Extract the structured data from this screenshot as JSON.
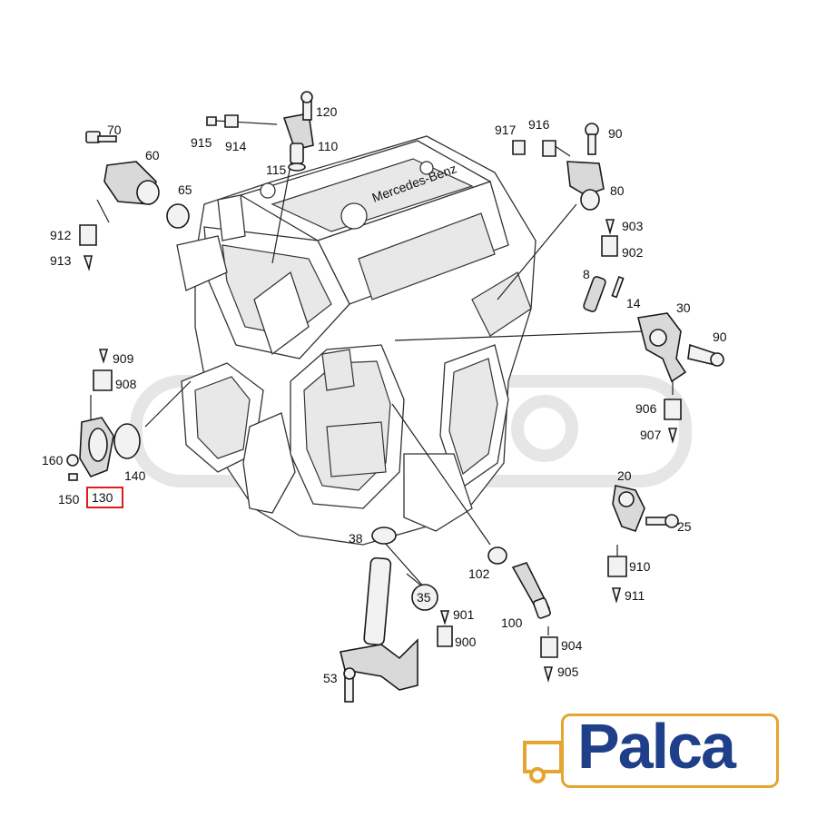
{
  "diagram": {
    "engine_badge": "Mercedes-Benz",
    "callouts": [
      {
        "id": "c120",
        "label": "120"
      },
      {
        "id": "c110",
        "label": "110"
      },
      {
        "id": "c115",
        "label": "115"
      },
      {
        "id": "c915",
        "label": "915"
      },
      {
        "id": "c914",
        "label": "914"
      },
      {
        "id": "c70",
        "label": "70"
      },
      {
        "id": "c60",
        "label": "60"
      },
      {
        "id": "c65",
        "label": "65"
      },
      {
        "id": "c912",
        "label": "912"
      },
      {
        "id": "c913",
        "label": "913"
      },
      {
        "id": "c917",
        "label": "917"
      },
      {
        "id": "c916",
        "label": "916"
      },
      {
        "id": "c90a",
        "label": "90"
      },
      {
        "id": "c80",
        "label": "80"
      },
      {
        "id": "c903",
        "label": "903"
      },
      {
        "id": "c902",
        "label": "902"
      },
      {
        "id": "c8",
        "label": "8"
      },
      {
        "id": "c14",
        "label": "14"
      },
      {
        "id": "c30",
        "label": "30"
      },
      {
        "id": "c90b",
        "label": "90"
      },
      {
        "id": "c906",
        "label": "906"
      },
      {
        "id": "c907",
        "label": "907"
      },
      {
        "id": "c909",
        "label": "909"
      },
      {
        "id": "c908",
        "label": "908"
      },
      {
        "id": "c160",
        "label": "160"
      },
      {
        "id": "c140",
        "label": "140"
      },
      {
        "id": "c150",
        "label": "150"
      },
      {
        "id": "c130",
        "label": "130"
      },
      {
        "id": "c20",
        "label": "20"
      },
      {
        "id": "c25",
        "label": "25"
      },
      {
        "id": "c910",
        "label": "910"
      },
      {
        "id": "c911",
        "label": "911"
      },
      {
        "id": "c38",
        "label": "38"
      },
      {
        "id": "c35",
        "label": "35"
      },
      {
        "id": "c102",
        "label": "102"
      },
      {
        "id": "c901",
        "label": "901"
      },
      {
        "id": "c900",
        "label": "900"
      },
      {
        "id": "c100",
        "label": "100"
      },
      {
        "id": "c904",
        "label": "904"
      },
      {
        "id": "c905",
        "label": "905"
      },
      {
        "id": "c53",
        "label": "53"
      }
    ],
    "highlighted_part": "130",
    "highlight_color": "#e11b1b"
  },
  "logo": {
    "text": "Palca",
    "text_color": "#1f3f8a",
    "accent_color": "#e5a631"
  }
}
